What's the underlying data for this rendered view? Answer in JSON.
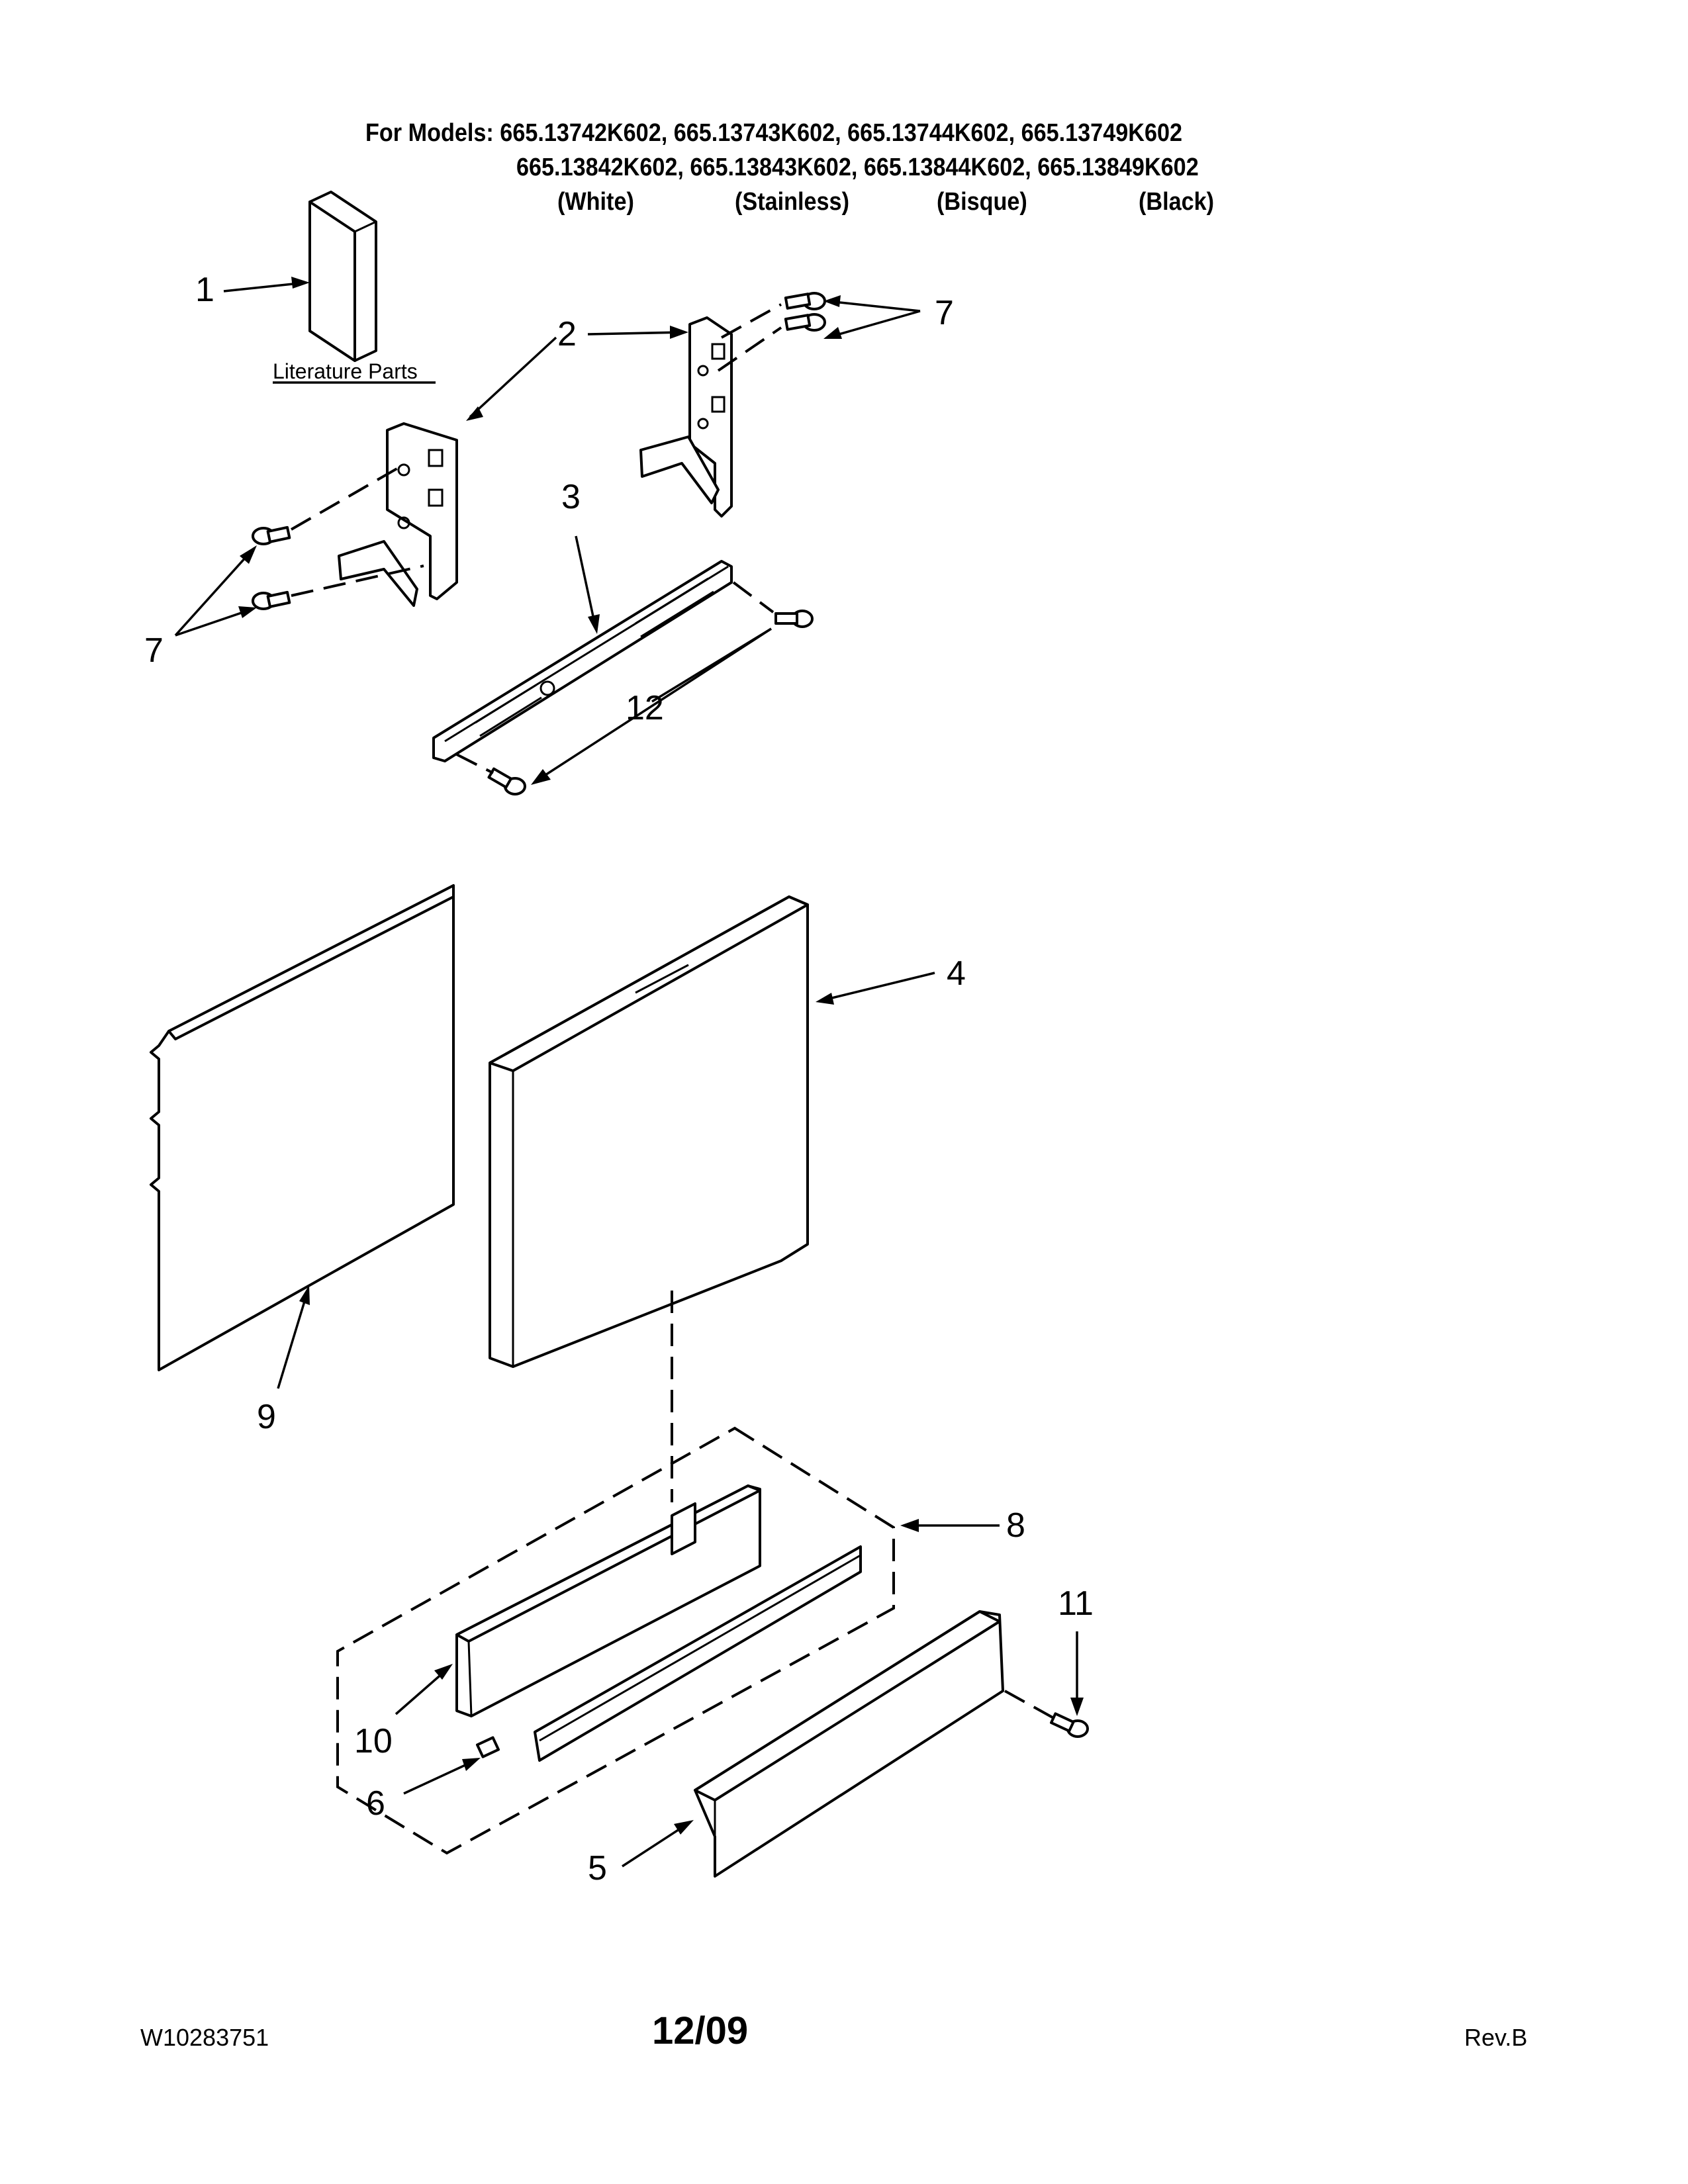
{
  "header": {
    "line1": "For Models: 665.13742K602, 665.13743K602, 665.13744K602, 665.13749K602",
    "line2": "665.13842K602, 665.13843K602, 665.13844K602, 665.13849K602",
    "colors": [
      "(White)",
      "(Stainless)",
      "(Bisque)",
      "(Black)"
    ]
  },
  "diagram": {
    "literature_label": "Literature Parts",
    "callouts": {
      "c1": "1",
      "c2": "2",
      "c3": "3",
      "c4": "4",
      "c5": "5",
      "c6": "6",
      "c7": "7",
      "c8": "8",
      "c9": "9",
      "c10": "10",
      "c11": "11",
      "c12": "12"
    }
  },
  "footer": {
    "doc_number": "W10283751",
    "date": "12/09",
    "revision": "Rev.B"
  }
}
